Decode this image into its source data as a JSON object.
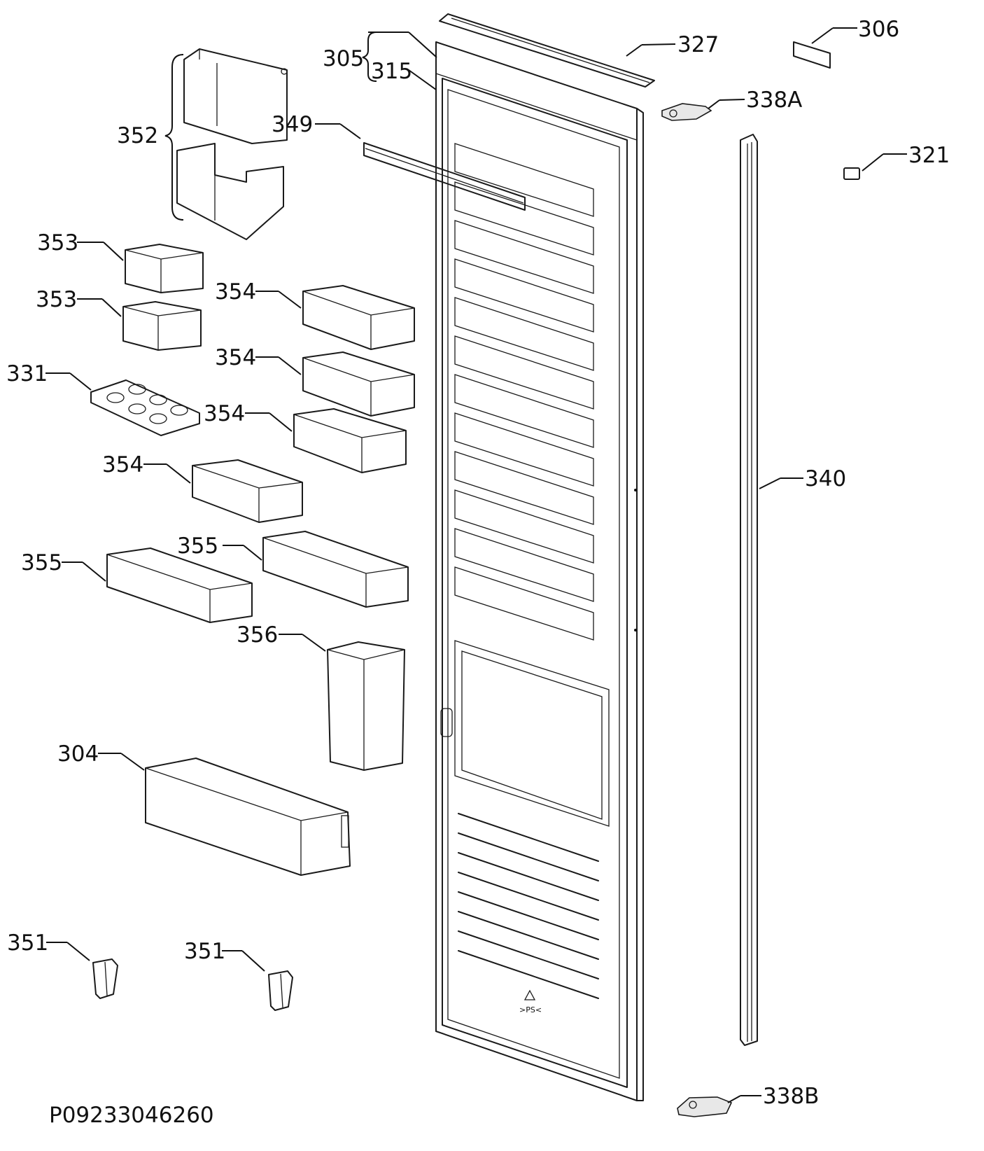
{
  "drawing_code": "P09233046260",
  "labels": {
    "l305": "305",
    "l315": "315",
    "l327": "327",
    "l306": "306",
    "l338a": "338A",
    "l321": "321",
    "l349": "349",
    "l352": "352",
    "l353a": "353",
    "l353b": "353",
    "l354a": "354",
    "l354b": "354",
    "l354c": "354",
    "l354d": "354",
    "l331": "331",
    "l355a": "355",
    "l355b": "355",
    "l356": "356",
    "l340": "340",
    "l304": "304",
    "l351a": "351",
    "l351b": "351",
    "l338b": "338B"
  },
  "recycling_mark": ">PS<"
}
